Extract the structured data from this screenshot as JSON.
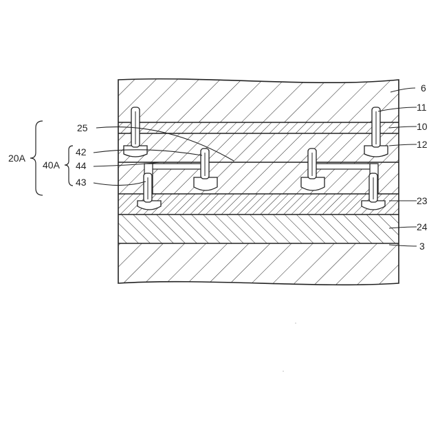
{
  "labels": {
    "l6": "6",
    "l11": "11",
    "l10": "10",
    "l12": "12",
    "l23": "23",
    "l24": "24",
    "l3": "3",
    "l25": "25",
    "l42": "42",
    "l44": "44",
    "l43": "43",
    "l40A": "40A",
    "l20A": "20A"
  },
  "colors": {
    "line": "#222222",
    "background": "#ffffff"
  }
}
